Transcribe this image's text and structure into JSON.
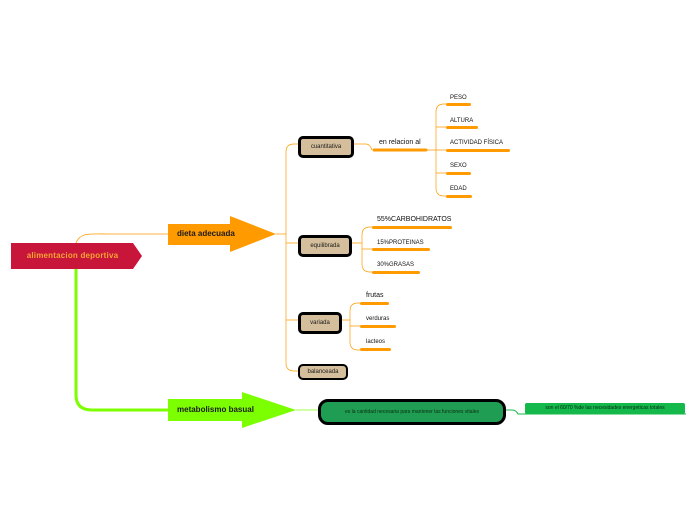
{
  "colors": {
    "root": "#c8163a",
    "orange": "#ff9a00",
    "lime": "#7cff00",
    "pill_fill": "#d4be9b",
    "green_dark": "#1f9e53",
    "green_box": "#14b84b"
  },
  "root": {
    "label": "alimentacion deportiva"
  },
  "dieta": {
    "label": "dieta adecuada",
    "cuantitativa": {
      "label": "cuantitativa",
      "relacion": "en relacion al",
      "factors": [
        "PESO",
        "ALTURA",
        "ACTIVIDAD FÍSICA",
        "SEXO",
        "EDAD"
      ]
    },
    "equilibrada": {
      "label": "equilibrada",
      "items": [
        "55%CARBOHIDRATOS",
        "15%PROTEINAS",
        "30%GRASAS"
      ]
    },
    "variada": {
      "label": "variada",
      "items": [
        "frutas",
        "verduras",
        "lacteos"
      ]
    },
    "balanceada": {
      "label": "balanceada"
    }
  },
  "metabolismo": {
    "label": "metabolismo basual",
    "definition": "es la cantidad necesaria para mantener las funciones vitales",
    "note": "son el 60/70 %de las necesidades energeticas totales"
  }
}
